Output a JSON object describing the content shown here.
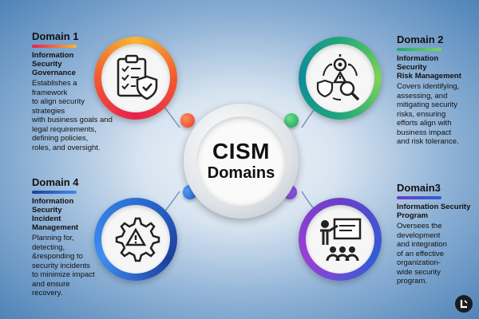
{
  "center": {
    "line1": "CISM",
    "line2": "Domains"
  },
  "domains": [
    {
      "title": "Domain 1",
      "subtitle": [
        "Information",
        "Security",
        "Governance"
      ],
      "description": [
        "Establishes a",
        "framework",
        "to align security",
        "strategies",
        "with business goals and",
        "legal requirements,",
        "defining policies,",
        "roles, and oversight."
      ],
      "icon": "clipboard-shield-icon",
      "color": "#f25a2e"
    },
    {
      "title": "Domain 2",
      "subtitle": [
        "Information",
        "Security",
        "Risk Management"
      ],
      "description": [
        "Covers identifying,",
        "assessing, and",
        "mitigating security",
        "risks, ensuring",
        "efforts align with",
        "business impact",
        "and risk tolerance."
      ],
      "icon": "risk-magnifier-icon",
      "color": "#1fa67a"
    },
    {
      "title": "Domain3",
      "subtitle": [
        "Information Security",
        "Program"
      ],
      "description": [
        "Oversees the",
        "development",
        "and integration",
        "of an effective",
        "organization-",
        "wide security",
        "program."
      ],
      "icon": "presentation-audience-icon",
      "color": "#6a3fc9"
    },
    {
      "title": "Domain 4",
      "subtitle": [
        "Information",
        "Security",
        "Incident",
        "Management"
      ],
      "description": [
        "Planning for,",
        "detecting,",
        "&responding to",
        "security incidents",
        "to minimize impact",
        "and ensure",
        "recovery."
      ],
      "icon": "gear-warning-icon",
      "color": "#2a6fd6"
    }
  ]
}
